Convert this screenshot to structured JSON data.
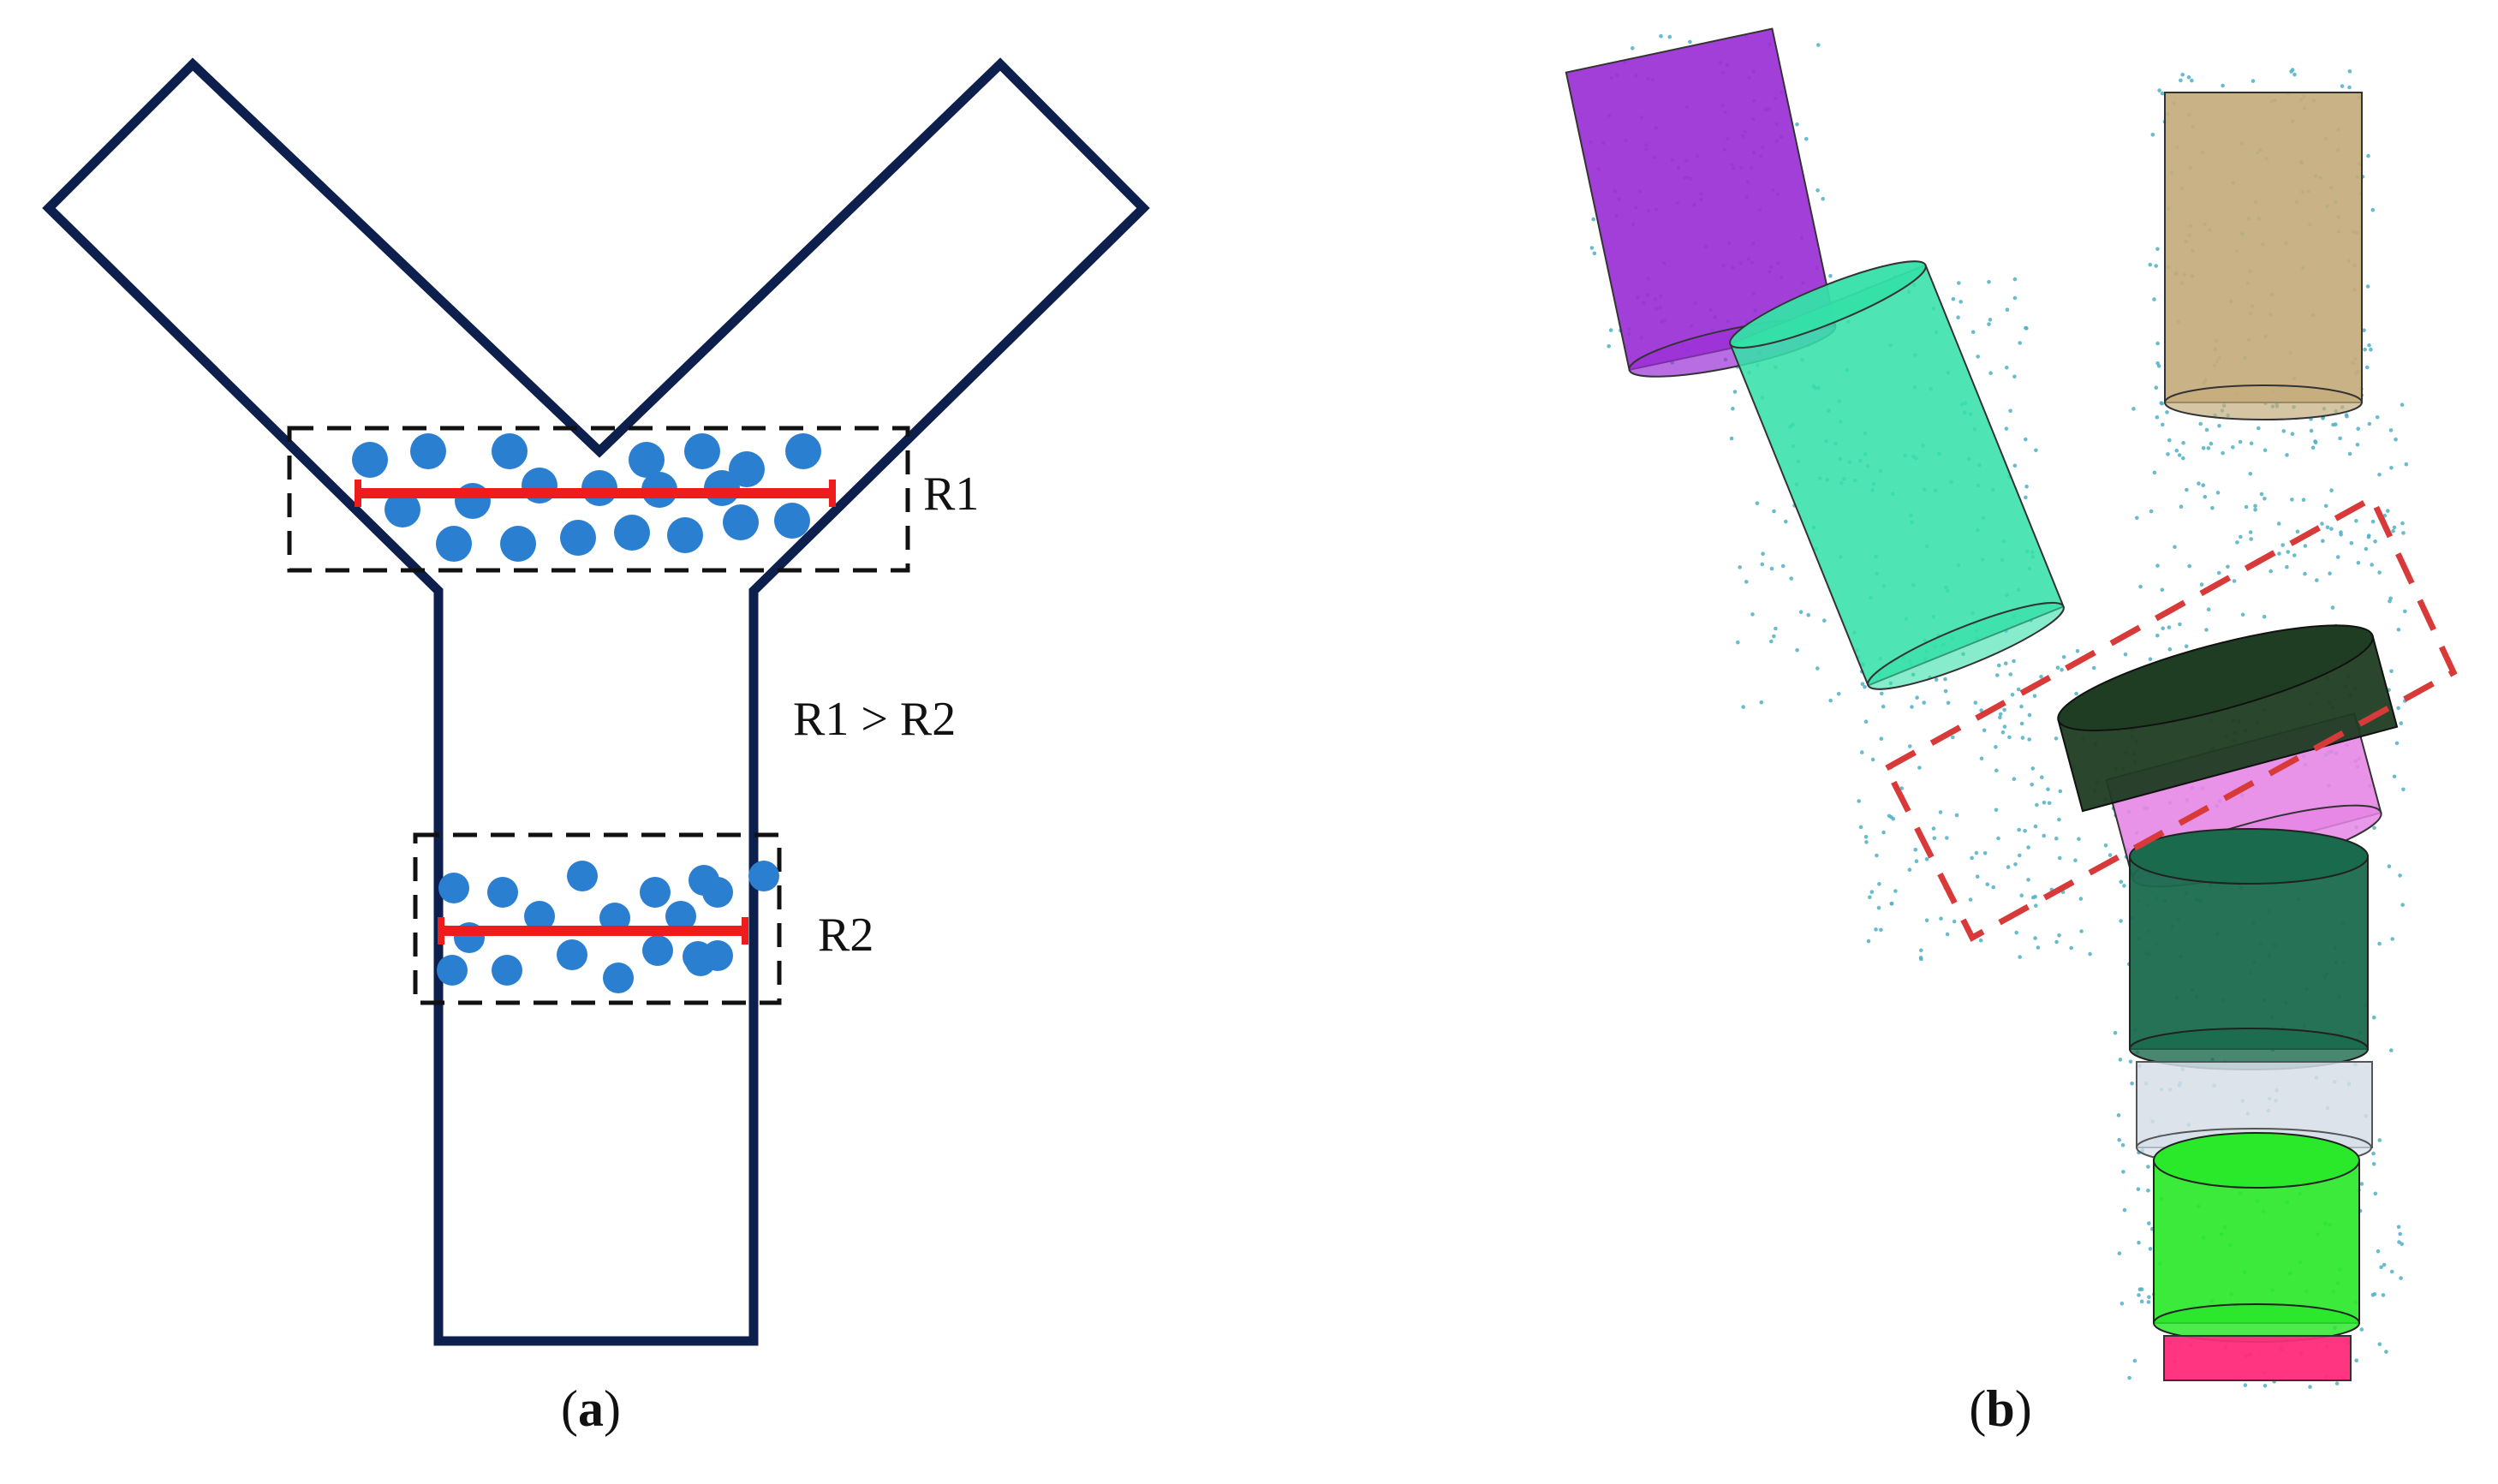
{
  "panel_a": {
    "label_r1": "R1",
    "label_r2": "R2",
    "label_relation": "R1 > R2",
    "caption_open": "(",
    "caption_letter": "a",
    "caption_close": ")",
    "outline_color": "#0d1f4d",
    "particle_color": "#2a7fd0",
    "width_bar_color": "#ee1c1c",
    "region_box_color": "#111111"
  },
  "panel_b": {
    "caption_open": "(",
    "caption_letter": "b",
    "caption_close": ")",
    "highlight_box_color": "#d83a3a",
    "particle_color": "#4fb0c6",
    "segment_colors": {
      "left_branch_upper": "#9b2fd6",
      "left_branch_lower": "#35e0a8",
      "right_branch_upper": "#c4ad7c",
      "junction_upper": "#1f3d22",
      "junction_lower": "#e686e6",
      "trunk_1": "#1a6a4e",
      "trunk_2": "#d6dee8",
      "trunk_3": "#2ae82a",
      "trunk_4": "#ff2a7a"
    }
  }
}
